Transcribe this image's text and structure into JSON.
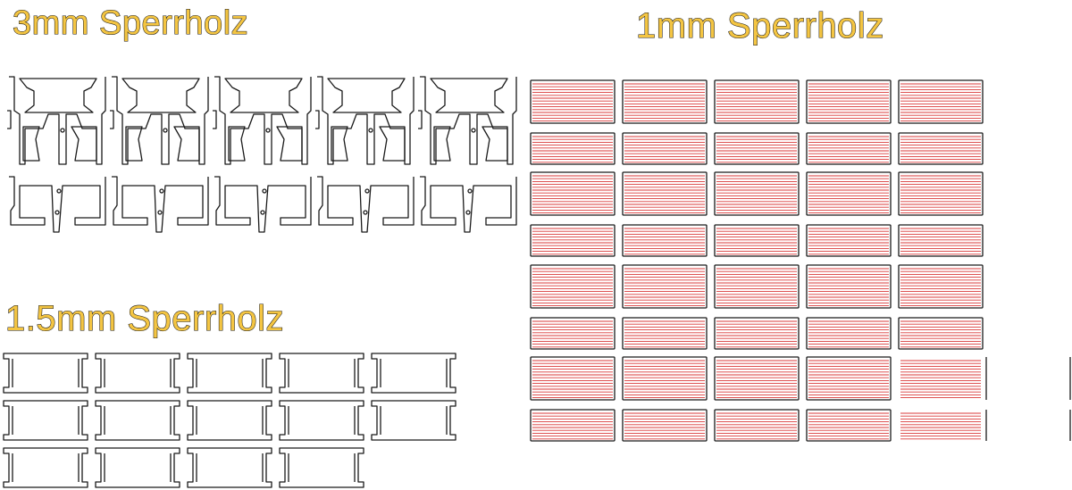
{
  "labels": {
    "plywood_3mm": "3mm Sperrholz",
    "plywood_1mm": "1mm Sperrholz",
    "plywood_1_5mm": "1.5mm Sperrholz"
  },
  "colors": {
    "outline": "#1a1a1a",
    "hatch": "#d93a3a",
    "label_fill": "#f4c542"
  },
  "icons": {
    "seat_part": "chair-seat-part-icon",
    "leg_part": "chair-leg-part-icon",
    "veneer_plate": "hatched-plate-icon",
    "frame_part": "i-frame-part-icon"
  }
}
